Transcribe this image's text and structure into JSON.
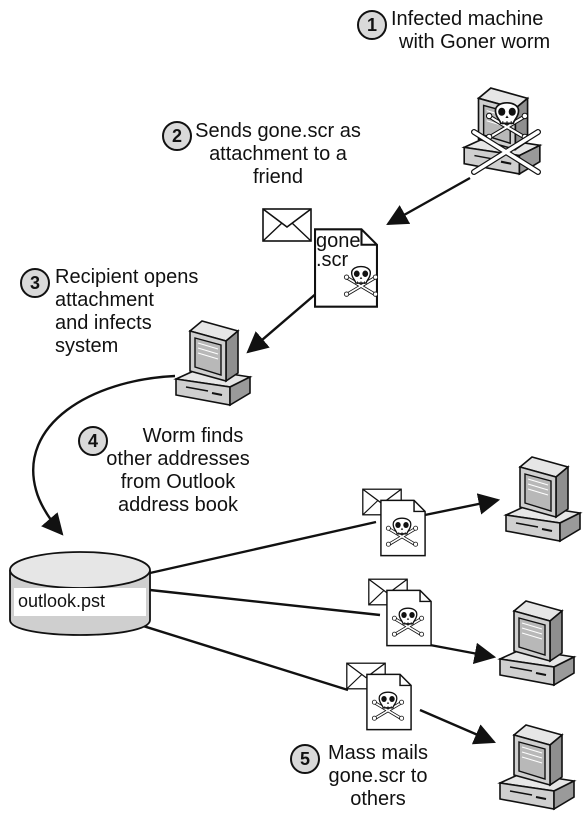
{
  "diagram": {
    "steps": [
      {
        "number": "1",
        "lines": [
          "Infected machine",
          "with Goner worm"
        ]
      },
      {
        "number": "2",
        "lines": [
          "Sends gone.scr as",
          "attachment to a",
          "friend"
        ]
      },
      {
        "number": "3",
        "lines": [
          "Recipient opens",
          "attachment",
          "and infects",
          "system"
        ]
      },
      {
        "number": "4",
        "lines": [
          "Worm finds",
          "other addresses",
          "from Outlook",
          "address book"
        ]
      },
      {
        "number": "5",
        "lines": [
          "Mass mails",
          "gone.scr to",
          "others"
        ]
      }
    ],
    "attachment_file": {
      "lines": [
        "gone",
        ".scr"
      ]
    },
    "address_book_file": "outlook.pst",
    "icons": [
      "computer-icon",
      "skull-crossbones-icon",
      "envelope-icon",
      "document-icon",
      "database-icon"
    ],
    "colors": {
      "ink": "#111111",
      "badge_fill": "#d9d9d9",
      "screen": "#b8b8b8",
      "case": "#cfcfcf"
    }
  }
}
